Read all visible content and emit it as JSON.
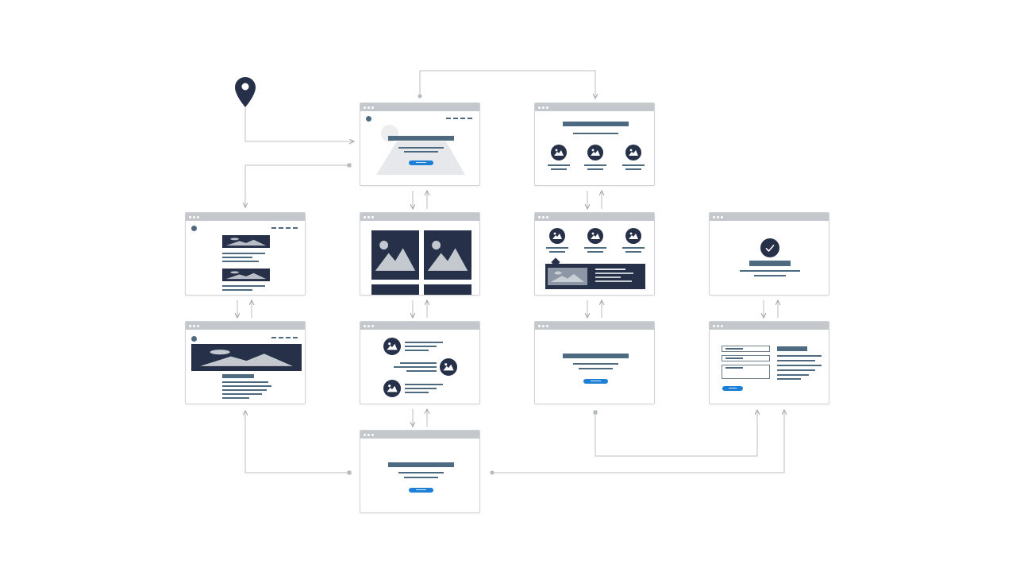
{
  "diagram": {
    "title": "",
    "colors": {
      "background": "#ffffff",
      "frame_border": "#cfd2d6",
      "frame_topbar": "#c4c7cb",
      "dark_block": "#263048",
      "line_accent": "#4e6a80",
      "button_accent": "#1e7fd6",
      "connector": "#b9bdc2",
      "pin": "#263048"
    },
    "start_marker": {
      "icon": "location-pin-icon"
    },
    "screens": [
      {
        "id": "home-hero",
        "icon": "landing-page-wireframe"
      },
      {
        "id": "three-features",
        "icon": "feature-grid-wireframe"
      },
      {
        "id": "blog-list",
        "icon": "article-list-wireframe"
      },
      {
        "id": "image-gallery",
        "icon": "gallery-wireframe"
      },
      {
        "id": "features-detail",
        "icon": "feature-detail-wireframe"
      },
      {
        "id": "success",
        "icon": "checkmark-confirmation-wireframe"
      },
      {
        "id": "article-hero",
        "icon": "article-page-wireframe"
      },
      {
        "id": "profile-list",
        "icon": "profile-list-wireframe"
      },
      {
        "id": "cta-page",
        "icon": "call-to-action-wireframe"
      },
      {
        "id": "contact-form",
        "icon": "form-wireframe"
      },
      {
        "id": "cta-page-bottom",
        "icon": "call-to-action-wireframe"
      }
    ]
  }
}
